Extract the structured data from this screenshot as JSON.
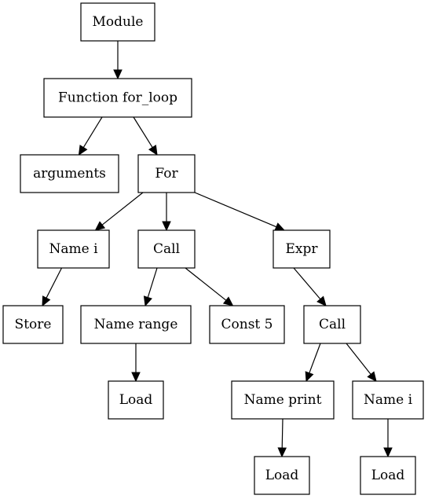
{
  "diagram": {
    "nodes": [
      {
        "id": "module",
        "label": "Module"
      },
      {
        "id": "function",
        "label": "Function for_loop"
      },
      {
        "id": "arguments",
        "label": "arguments"
      },
      {
        "id": "for",
        "label": "For"
      },
      {
        "id": "name_i_target",
        "label": "Name i"
      },
      {
        "id": "call_range",
        "label": "Call"
      },
      {
        "id": "expr",
        "label": "Expr"
      },
      {
        "id": "store",
        "label": "Store"
      },
      {
        "id": "name_range",
        "label": "Name range"
      },
      {
        "id": "const_5",
        "label": "Const 5"
      },
      {
        "id": "call_print",
        "label": "Call"
      },
      {
        "id": "load_range",
        "label": "Load"
      },
      {
        "id": "name_print",
        "label": "Name print"
      },
      {
        "id": "name_i_arg",
        "label": "Name i"
      },
      {
        "id": "load_print",
        "label": "Load"
      },
      {
        "id": "load_i",
        "label": "Load"
      }
    ],
    "edges": [
      {
        "from": "module",
        "to": "function"
      },
      {
        "from": "function",
        "to": "arguments"
      },
      {
        "from": "function",
        "to": "for"
      },
      {
        "from": "for",
        "to": "name_i_target"
      },
      {
        "from": "for",
        "to": "call_range"
      },
      {
        "from": "for",
        "to": "expr"
      },
      {
        "from": "name_i_target",
        "to": "store"
      },
      {
        "from": "call_range",
        "to": "name_range"
      },
      {
        "from": "call_range",
        "to": "const_5"
      },
      {
        "from": "name_range",
        "to": "load_range"
      },
      {
        "from": "expr",
        "to": "call_print"
      },
      {
        "from": "call_print",
        "to": "name_print"
      },
      {
        "from": "call_print",
        "to": "name_i_arg"
      },
      {
        "from": "name_print",
        "to": "load_print"
      },
      {
        "from": "name_i_arg",
        "to": "load_i"
      }
    ]
  }
}
